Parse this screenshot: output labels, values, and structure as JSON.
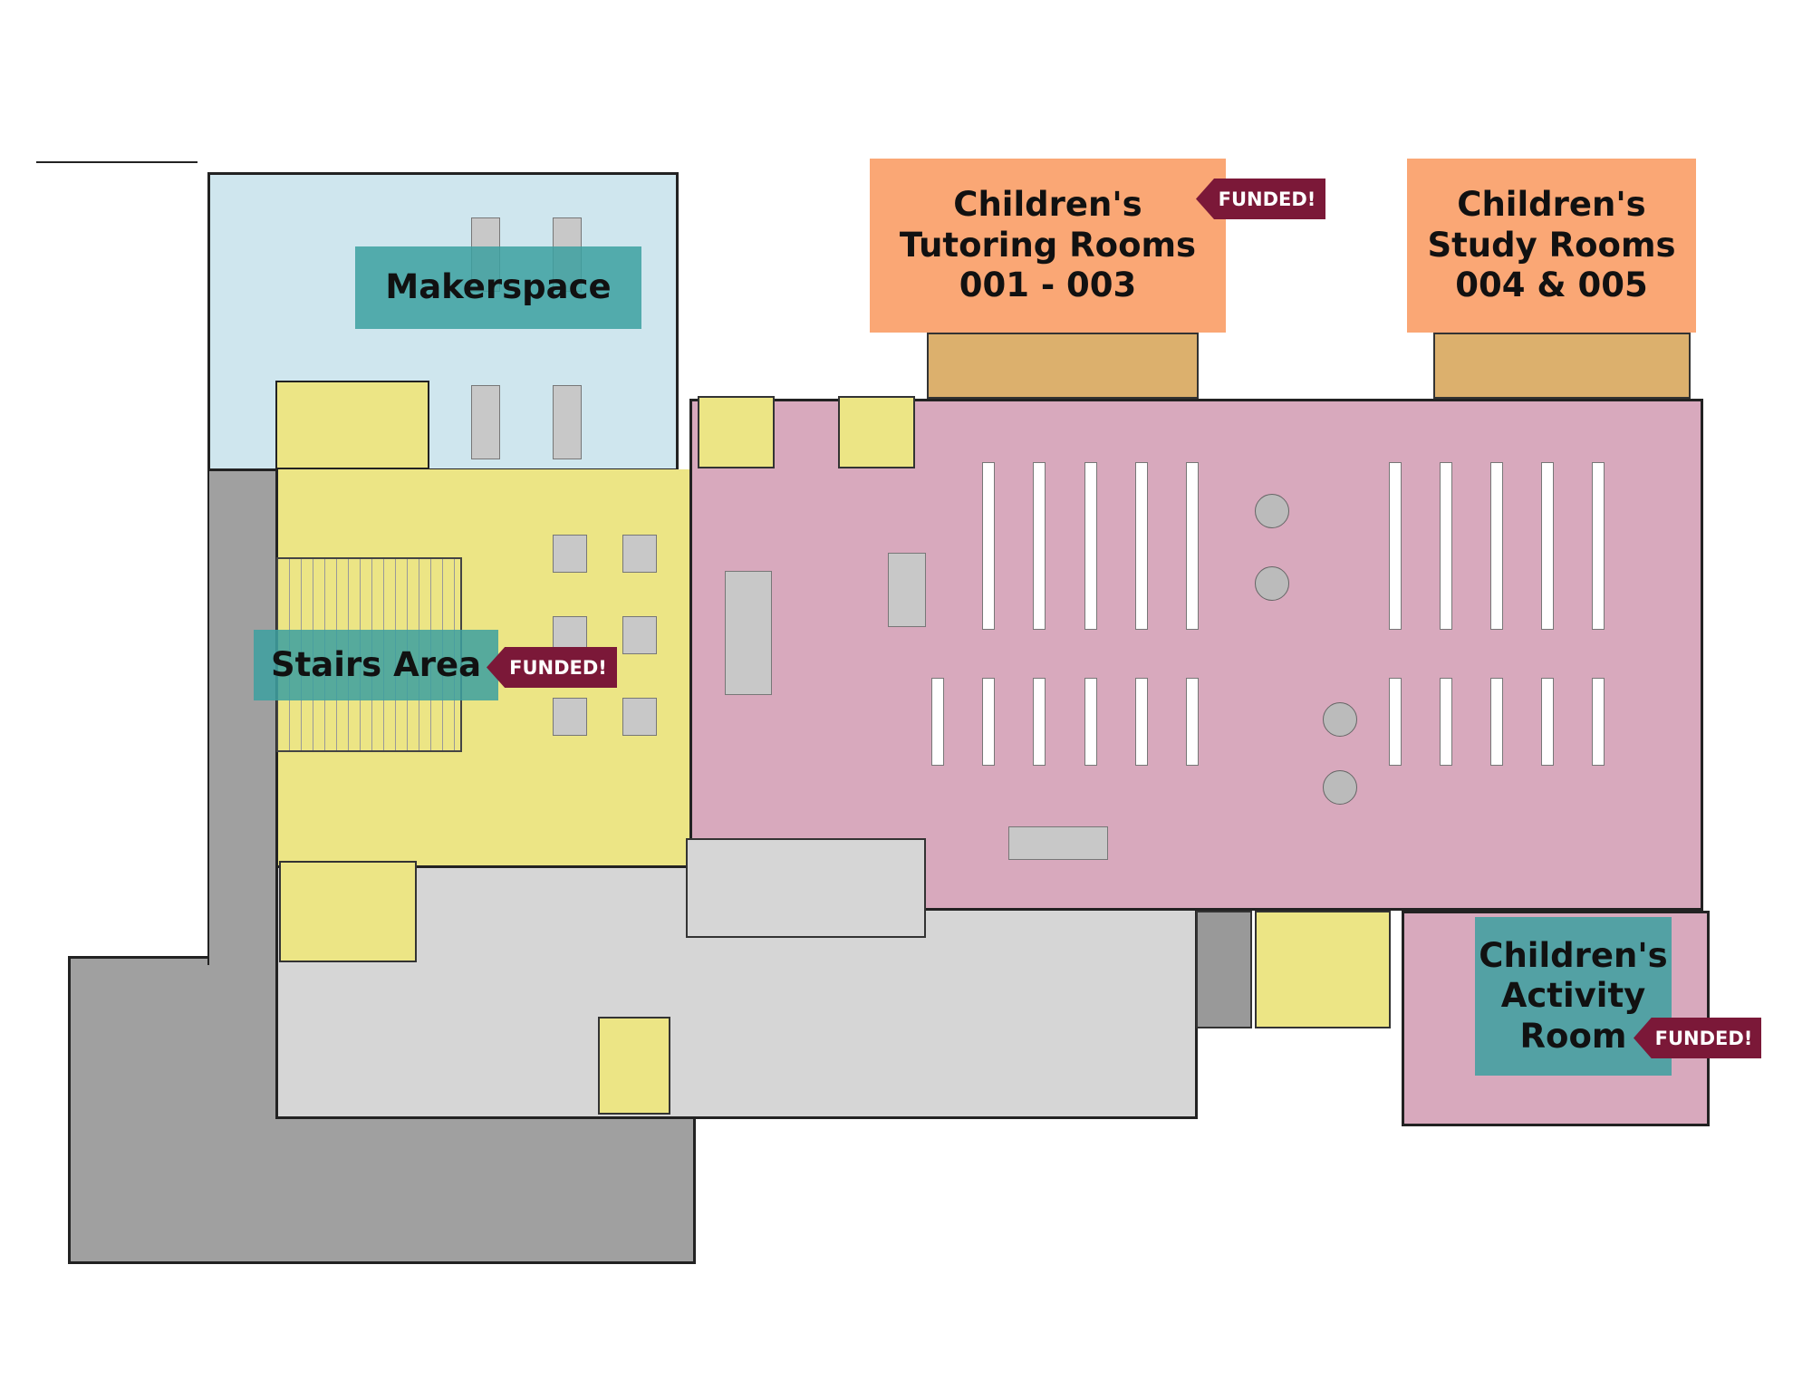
{
  "title": "Library Lower Level Floor Plan",
  "zones": [
    {
      "id": "makerspace",
      "label": "Makerspace",
      "color": "#cfe6ee"
    },
    {
      "id": "stairs",
      "label": "Stairs Area",
      "color": "#ece585",
      "funded": "FUNDED!"
    },
    {
      "id": "tutoring",
      "label_lines": [
        "Children's",
        "Tutoring Rooms",
        "001 - 003"
      ],
      "color": "#faa06a",
      "funded": "FUNDED!"
    },
    {
      "id": "study",
      "label_lines": [
        "Children's",
        "Study Rooms",
        "004 & 005"
      ],
      "color": "#faa06a"
    },
    {
      "id": "activity",
      "label_lines": [
        "Children's",
        "Activity",
        "Room"
      ],
      "color": "#3ca0a0",
      "funded": "FUNDED!"
    }
  ],
  "colors": {
    "main_floor": "#d8a9bd",
    "service": "#d6d6d6",
    "parking": "#a0a0a0",
    "funded_tag": "#7b1838",
    "teal": "#3ca0a0",
    "orange": "#faa06a"
  }
}
